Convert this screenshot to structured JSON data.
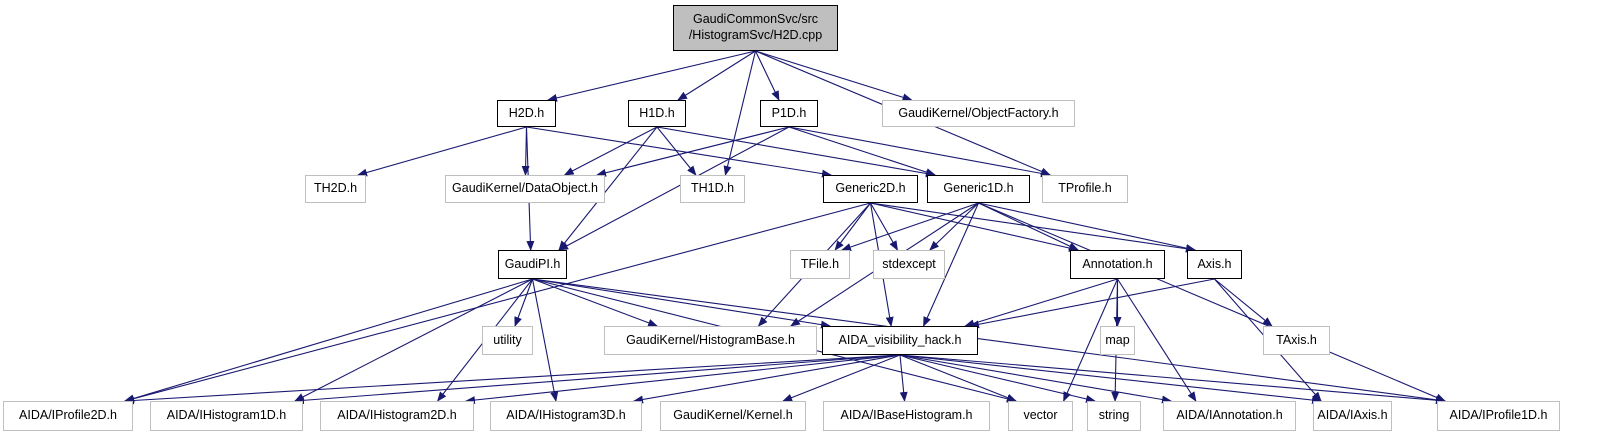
{
  "colors": {
    "edge": "#191970",
    "root_fill": "#bfbfbf",
    "external_border": "#bfbfbf",
    "local_border": "#000000"
  },
  "nodes": [
    {
      "id": "root",
      "label": "GaudiCommonSvc/src\n/HistogramSvc/H2D.cpp",
      "kind": "root"
    },
    {
      "id": "h2d",
      "label": "H2D.h",
      "kind": "local"
    },
    {
      "id": "h1d",
      "label": "H1D.h",
      "kind": "local"
    },
    {
      "id": "p1d",
      "label": "P1D.h",
      "kind": "local"
    },
    {
      "id": "objfac",
      "label": "GaudiKernel/ObjectFactory.h",
      "kind": "external"
    },
    {
      "id": "th2d",
      "label": "TH2D.h",
      "kind": "external"
    },
    {
      "id": "dataobj",
      "label": "GaudiKernel/DataObject.h",
      "kind": "external"
    },
    {
      "id": "th1d",
      "label": "TH1D.h",
      "kind": "external"
    },
    {
      "id": "gen2d",
      "label": "Generic2D.h",
      "kind": "local"
    },
    {
      "id": "gen1d",
      "label": "Generic1D.h",
      "kind": "local"
    },
    {
      "id": "tprof",
      "label": "TProfile.h",
      "kind": "external"
    },
    {
      "id": "gaudipi",
      "label": "GaudiPI.h",
      "kind": "local"
    },
    {
      "id": "tfile",
      "label": "TFile.h",
      "kind": "external"
    },
    {
      "id": "stdexc",
      "label": "stdexcept",
      "kind": "external"
    },
    {
      "id": "annot",
      "label": "Annotation.h",
      "kind": "local"
    },
    {
      "id": "axis",
      "label": "Axis.h",
      "kind": "local"
    },
    {
      "id": "utility",
      "label": "utility",
      "kind": "external"
    },
    {
      "id": "histbase",
      "label": "GaudiKernel/HistogramBase.h",
      "kind": "external"
    },
    {
      "id": "aidavis",
      "label": "AIDA_visibility_hack.h",
      "kind": "local"
    },
    {
      "id": "map",
      "label": "map",
      "kind": "external"
    },
    {
      "id": "taxis",
      "label": "TAxis.h",
      "kind": "external"
    },
    {
      "id": "iprof2d",
      "label": "AIDA/IProfile2D.h",
      "kind": "external"
    },
    {
      "id": "ih1d",
      "label": "AIDA/IHistogram1D.h",
      "kind": "external"
    },
    {
      "id": "ih2d",
      "label": "AIDA/IHistogram2D.h",
      "kind": "external"
    },
    {
      "id": "ih3d",
      "label": "AIDA/IHistogram3D.h",
      "kind": "external"
    },
    {
      "id": "kernel",
      "label": "GaudiKernel/Kernel.h",
      "kind": "external"
    },
    {
      "id": "ibasehist",
      "label": "AIDA/IBaseHistogram.h",
      "kind": "external"
    },
    {
      "id": "vector",
      "label": "vector",
      "kind": "external"
    },
    {
      "id": "string",
      "label": "string",
      "kind": "external"
    },
    {
      "id": "iannot",
      "label": "AIDA/IAnnotation.h",
      "kind": "external"
    },
    {
      "id": "iaxis",
      "label": "AIDA/IAxis.h",
      "kind": "external"
    },
    {
      "id": "iprof1d",
      "label": "AIDA/IProfile1D.h",
      "kind": "external"
    }
  ],
  "edges": [
    [
      "root",
      "h2d"
    ],
    [
      "root",
      "h1d"
    ],
    [
      "root",
      "th1d"
    ],
    [
      "root",
      "p1d"
    ],
    [
      "root",
      "tprof"
    ],
    [
      "root",
      "objfac"
    ],
    [
      "h2d",
      "th2d"
    ],
    [
      "h2d",
      "dataobj"
    ],
    [
      "h2d",
      "gaudipi"
    ],
    [
      "h2d",
      "gen2d"
    ],
    [
      "h1d",
      "dataobj"
    ],
    [
      "h1d",
      "th1d"
    ],
    [
      "h1d",
      "gaudipi"
    ],
    [
      "h1d",
      "gen1d"
    ],
    [
      "p1d",
      "dataobj"
    ],
    [
      "p1d",
      "gen1d"
    ],
    [
      "p1d",
      "tprof"
    ],
    [
      "p1d",
      "gaudipi"
    ],
    [
      "gen2d",
      "iprof2d"
    ],
    [
      "gen2d",
      "histbase"
    ],
    [
      "gen2d",
      "aidavis"
    ],
    [
      "gen2d",
      "tfile"
    ],
    [
      "gen2d",
      "stdexc"
    ],
    [
      "gen2d",
      "annot"
    ],
    [
      "gen2d",
      "axis"
    ],
    [
      "gen1d",
      "tfile"
    ],
    [
      "gen1d",
      "stdexc"
    ],
    [
      "gen1d",
      "histbase"
    ],
    [
      "gen1d",
      "aidavis"
    ],
    [
      "gen1d",
      "annot"
    ],
    [
      "gen1d",
      "axis"
    ],
    [
      "gen1d",
      "iprof1d"
    ],
    [
      "gaudipi",
      "iprof2d"
    ],
    [
      "gaudipi",
      "ih1d"
    ],
    [
      "gaudipi",
      "ih2d"
    ],
    [
      "gaudipi",
      "ih3d"
    ],
    [
      "gaudipi",
      "utility"
    ],
    [
      "gaudipi",
      "histbase"
    ],
    [
      "gaudipi",
      "aidavis"
    ],
    [
      "gaudipi",
      "vector"
    ],
    [
      "gaudipi",
      "iprof1d"
    ],
    [
      "annot",
      "aidavis"
    ],
    [
      "annot",
      "map"
    ],
    [
      "annot",
      "vector"
    ],
    [
      "annot",
      "string"
    ],
    [
      "annot",
      "iannot"
    ],
    [
      "axis",
      "aidavis"
    ],
    [
      "axis",
      "taxis"
    ],
    [
      "axis",
      "iaxis"
    ],
    [
      "aidavis",
      "iprof2d"
    ],
    [
      "aidavis",
      "ih1d"
    ],
    [
      "aidavis",
      "ih2d"
    ],
    [
      "aidavis",
      "ih3d"
    ],
    [
      "aidavis",
      "kernel"
    ],
    [
      "aidavis",
      "ibasehist"
    ],
    [
      "aidavis",
      "vector"
    ],
    [
      "aidavis",
      "string"
    ],
    [
      "aidavis",
      "iannot"
    ],
    [
      "aidavis",
      "iaxis"
    ],
    [
      "aidavis",
      "iprof1d"
    ]
  ]
}
